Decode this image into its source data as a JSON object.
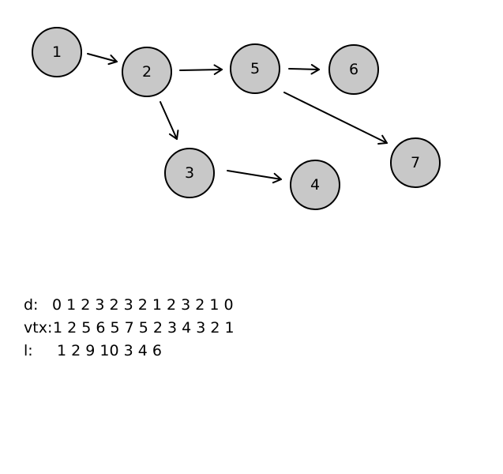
{
  "graph": {
    "nodes": [
      {
        "id": "1",
        "label": "1"
      },
      {
        "id": "2",
        "label": "2"
      },
      {
        "id": "3",
        "label": "3"
      },
      {
        "id": "4",
        "label": "4"
      },
      {
        "id": "5",
        "label": "5"
      },
      {
        "id": "6",
        "label": "6"
      },
      {
        "id": "7",
        "label": "7"
      }
    ],
    "edges": [
      {
        "from": "1",
        "to": "2"
      },
      {
        "from": "2",
        "to": "5"
      },
      {
        "from": "2",
        "to": "3"
      },
      {
        "from": "5",
        "to": "6"
      },
      {
        "from": "5",
        "to": "7"
      },
      {
        "from": "3",
        "to": "4"
      }
    ],
    "colors": {
      "node_fill": "#c8c8c8",
      "stroke": "#000000"
    }
  },
  "arrays": [
    {
      "label": "d:",
      "values": "0 1 2 3 2 3 2 1 2 3 2 1 0"
    },
    {
      "label": "vtx:",
      "values": "1 2 5 6 5 7 5 2 3 4 3 2 1"
    },
    {
      "label": "l:",
      "values": "1 2 9 10 3 4 6"
    }
  ]
}
